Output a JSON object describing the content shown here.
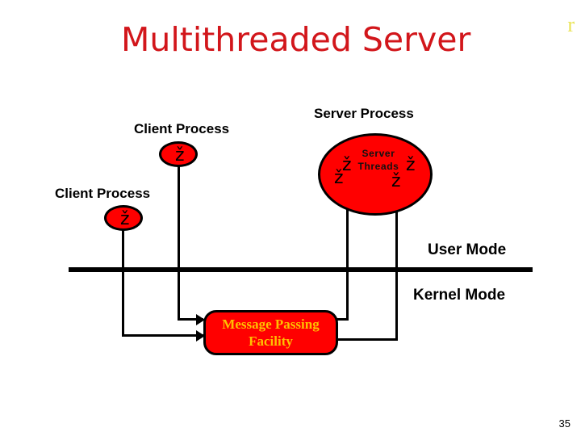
{
  "slide": {
    "title": "Multithreaded Server",
    "title_color": "#d2161b",
    "page_number": "35",
    "corner_glyph": "r",
    "background": "#ffffff"
  },
  "diagram": {
    "accent_color": "#ff0000",
    "outline_color": "#000000",
    "thread_glyph": "ž",
    "server": {
      "label": "Server Process",
      "threads_label": "Server\nThreads",
      "thread_count": 4
    },
    "clients": [
      {
        "label": "Client Process"
      },
      {
        "label": "Client Process"
      }
    ],
    "modes": {
      "user": "User Mode",
      "kernel": "Kernel Mode"
    },
    "facility": {
      "label": "Message Passing\nFacility",
      "text_color": "#ffc000",
      "fill_color": "#ff0000"
    }
  }
}
